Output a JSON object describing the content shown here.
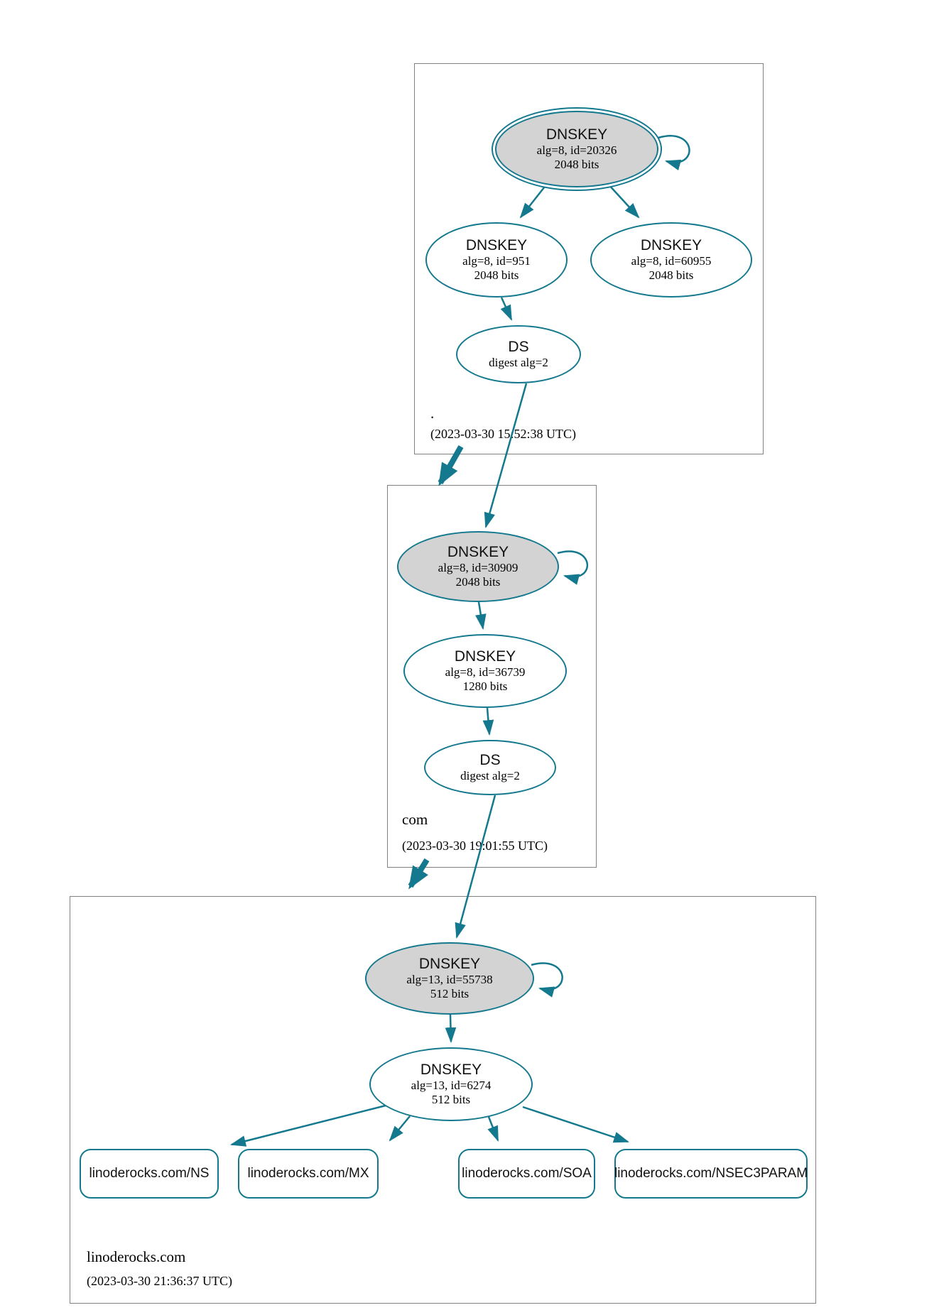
{
  "diagram": {
    "type": "dnssec-authentication-chain-graph",
    "colors": {
      "secure_edge": "#14798e",
      "ksk_fill": "#d3d3d3",
      "node_fill": "#ffffff",
      "zone_box_border": "#818181",
      "text": "#000000"
    },
    "zones": [
      {
        "label": ".",
        "timestamp": "(2023-03-30 15:52:38 UTC)",
        "ksk": {
          "title": "DNSKEY",
          "detail1": "alg=8, id=20326",
          "detail2": "2048 bits",
          "trust_anchor": "double-ring",
          "self_signed": "yes"
        },
        "zsk1": {
          "title": "DNSKEY",
          "detail1": "alg=8, id=951",
          "detail2": "2048 bits"
        },
        "zsk2": {
          "title": "DNSKEY",
          "detail1": "alg=8, id=60955",
          "detail2": "2048 bits"
        },
        "ds": {
          "title": "DS",
          "detail1": "digest alg=2"
        }
      },
      {
        "label": "com",
        "timestamp": "(2023-03-30 19:01:55 UTC)",
        "ksk": {
          "title": "DNSKEY",
          "detail1": "alg=8, id=30909",
          "detail2": "2048 bits",
          "self_signed": "yes"
        },
        "zsk": {
          "title": "DNSKEY",
          "detail1": "alg=8, id=36739",
          "detail2": "1280 bits"
        },
        "ds": {
          "title": "DS",
          "detail1": "digest alg=2"
        }
      },
      {
        "label": "linoderocks.com",
        "timestamp": "(2023-03-30 21:36:37 UTC)",
        "ksk": {
          "title": "DNSKEY",
          "detail1": "alg=13, id=55738",
          "detail2": "512 bits",
          "self_signed": "yes"
        },
        "zsk": {
          "title": "DNSKEY",
          "detail1": "alg=13, id=6274",
          "detail2": "512 bits"
        },
        "rrsets": [
          {
            "label": "linoderocks.com/NS"
          },
          {
            "label": "linoderocks.com/MX"
          },
          {
            "label": "linoderocks.com/SOA"
          },
          {
            "label": "linoderocks.com/NSEC3PARAM"
          }
        ]
      }
    ]
  }
}
